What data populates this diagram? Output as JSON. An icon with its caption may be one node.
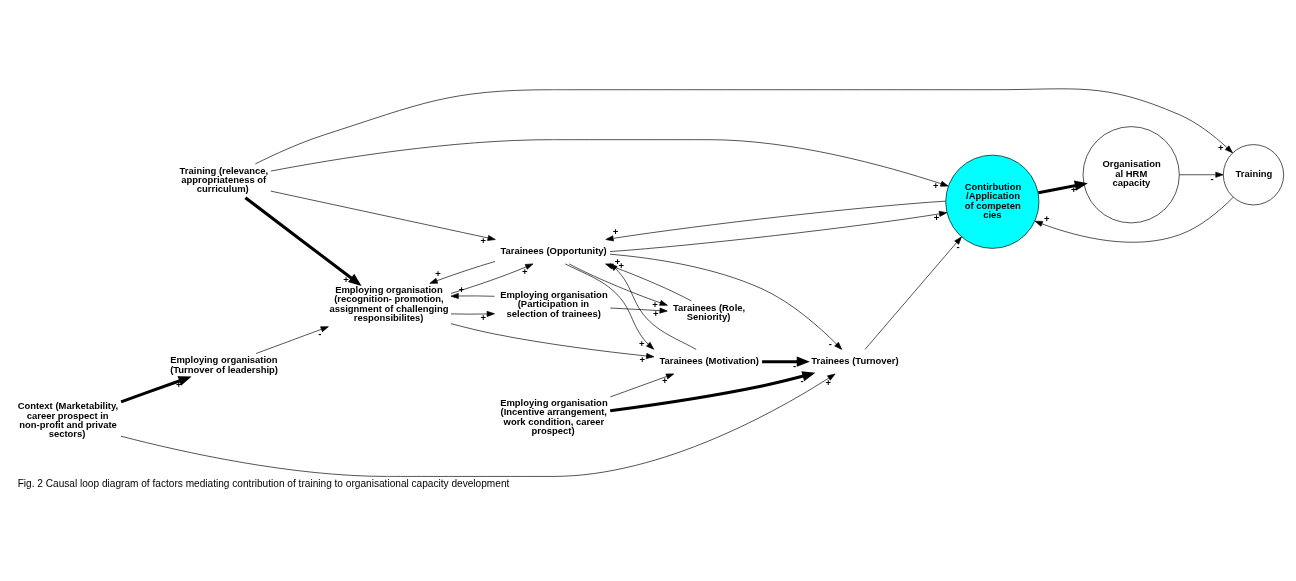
{
  "diagram": {
    "caption": "Fig. 2 Causal loop diagram of factors mediating contribution of training to organisational capacity development",
    "nodes": [
      {
        "text": [
          "Training (relevance, appropriateness of curriculum)"
        ]
      },
      {
        "text": [
          "Employing organisation (recognition- promotion, assignment of challenging responsibilites)"
        ]
      },
      {
        "text": [
          "Tarainees (Role, Seniority)"
        ]
      },
      {
        "text": [
          "Training"
        ]
      },
      {
        "text": [
          "Tarainees (Opportunity)"
        ]
      },
      {
        "text": [
          "Employing organisation (Participation in selection of trainees)"
        ]
      },
      {
        "text": [
          "Employing organisation (Turnover of leadership)"
        ]
      },
      {
        "text": [
          "Organisation al HRM capacity"
        ]
      },
      {
        "text": [
          "Contirbution /Application of competen cies"
        ]
      },
      {
        "text": [
          "Tarainees (Motivation)"
        ]
      },
      {
        "text": [
          "Trainees (Turnover)"
        ]
      },
      {
        "text": [
          "Context (Marketability, career prospect in non-profit and private sectors)"
        ]
      },
      {
        "text": [
          "Employing organisation (Incentive arrangement, work condition, career prospect)"
        ]
      }
    ],
    "edges": [
      {
        "from": 0,
        "to": 1,
        "arrow": "to",
        "label": "+",
        "style": "thick"
      },
      {
        "from": 0,
        "to": 3,
        "arrow": "to",
        "label": "+"
      },
      {
        "from": 0,
        "to": 8,
        "arrow": "to",
        "label": "+"
      },
      {
        "from": 0,
        "to": 4,
        "arrow": "to",
        "label": "+"
      },
      {
        "from": 3,
        "to": 8,
        "arrow": "to",
        "label": "+"
      },
      {
        "from": 7,
        "to": 3,
        "arrow": "to",
        "label": "-"
      },
      {
        "from": 8,
        "to": 7,
        "arrow": "to",
        "label": "+",
        "style": "thick"
      },
      {
        "from": 4,
        "to": 8,
        "arrow": "to",
        "label": "+"
      },
      {
        "from": 8,
        "to": 4,
        "arrow": "to",
        "label": "+"
      },
      {
        "from": 2,
        "to": 4,
        "arrow": "to",
        "label": "+"
      },
      {
        "from": 4,
        "to": 2,
        "arrow": "to",
        "label": "+"
      },
      {
        "from": 4,
        "to": 1,
        "arrow": "to",
        "label": "+"
      },
      {
        "from": 1,
        "to": 4,
        "arrow": "to",
        "label": "+"
      },
      {
        "from": 1,
        "to": 9,
        "arrow": "to",
        "label": "+"
      },
      {
        "from": 1,
        "to": 5,
        "arrow": "to",
        "label": "+"
      },
      {
        "from": 5,
        "to": 1,
        "arrow": "to",
        "label": "+"
      },
      {
        "from": 5,
        "to": 2,
        "arrow": "to",
        "label": "+"
      },
      {
        "from": 6,
        "to": 1,
        "arrow": "to",
        "label": "-"
      },
      {
        "from": 11,
        "to": 6,
        "arrow": "to",
        "label": "+",
        "style": "thick"
      },
      {
        "from": 11,
        "to": 10,
        "arrow": "to",
        "label": "+"
      },
      {
        "from": 4,
        "to": 10,
        "arrow": "to",
        "label": "-"
      },
      {
        "from": 9,
        "to": 10,
        "arrow": "to",
        "label": "-",
        "style": "thick"
      },
      {
        "from": 10,
        "to": 8,
        "arrow": "to",
        "label": "-"
      },
      {
        "from": 12,
        "to": 10,
        "arrow": "to",
        "label": "-",
        "style": "thick"
      },
      {
        "from": 12,
        "to": 9,
        "arrow": "to",
        "label": "+"
      },
      {
        "from": 4,
        "to": 9,
        "arrow": "to",
        "label": "+"
      },
      {
        "from": 9,
        "to": 4,
        "arrow": "to",
        "label": "+"
      }
    ]
  }
}
